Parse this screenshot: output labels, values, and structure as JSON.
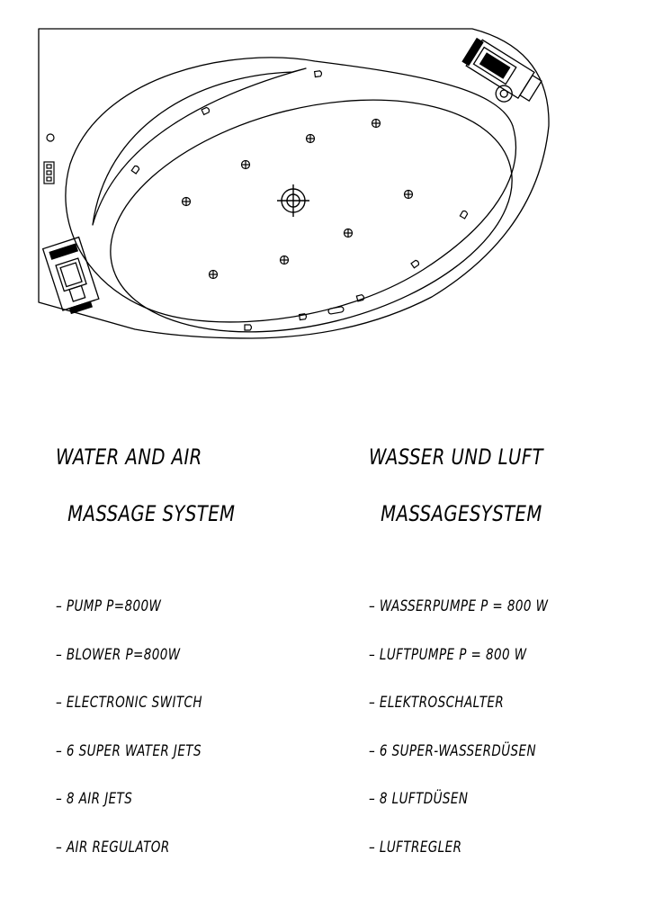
{
  "english": {
    "heading_line1": "WATER AND AIR",
    "heading_line2": "MASSAGE SYSTEM",
    "items": [
      "– PUMP P=800W",
      "– BLOWER P=800W",
      "– ELECTRONIC SWITCH",
      "– 6 SUPER WATER JETS",
      "– 8 AIR JETS",
      "– AIR REGULATOR"
    ]
  },
  "german": {
    "heading_line1": "WASSER UND LUFT",
    "heading_line2": "MASSAGESYSTEM",
    "items": [
      "– WASSERPUMPE P = 800 W",
      "– LUFTPUMPE P = 800 W",
      "– ELEKTROSCHALTER",
      "– 6 SUPER-WASSERDÜSEN",
      "– 8 LUFTDÜSEN",
      "– LUFTREGLER"
    ]
  },
  "drawing": {
    "line_color": "#000000",
    "background": "#ffffff",
    "components": [
      "bathtub-outline",
      "water-pump",
      "air-blower",
      "electronic-switch",
      "air-regulator",
      "water-jet",
      "air-jet"
    ]
  }
}
